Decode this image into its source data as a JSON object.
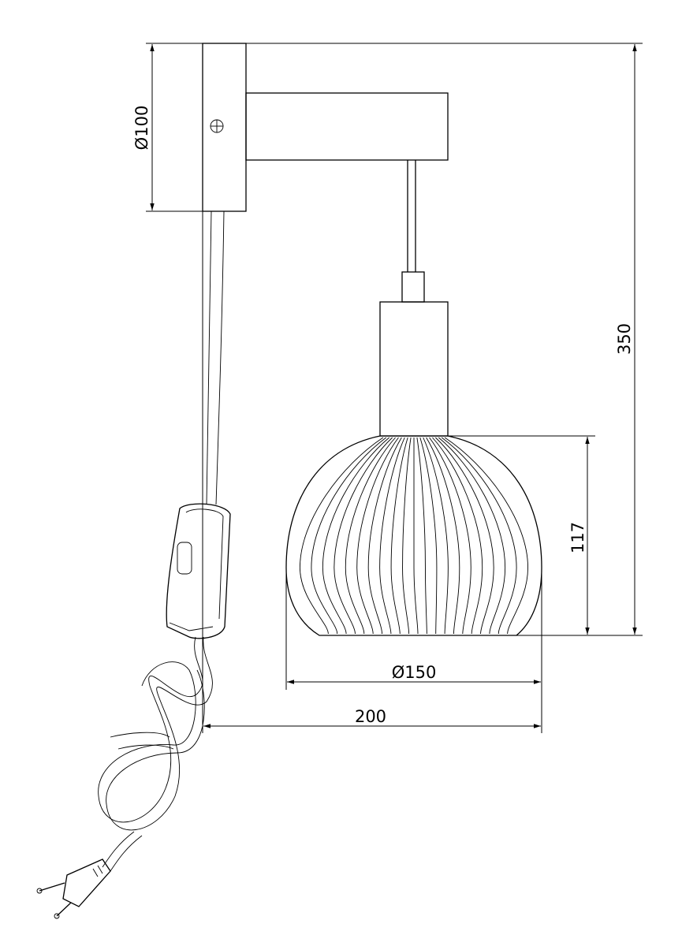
{
  "dimensions": {
    "base_diameter": "Ø100",
    "total_height": "350",
    "shade_height": "117",
    "shade_diameter": "Ø150",
    "projection": "200"
  }
}
